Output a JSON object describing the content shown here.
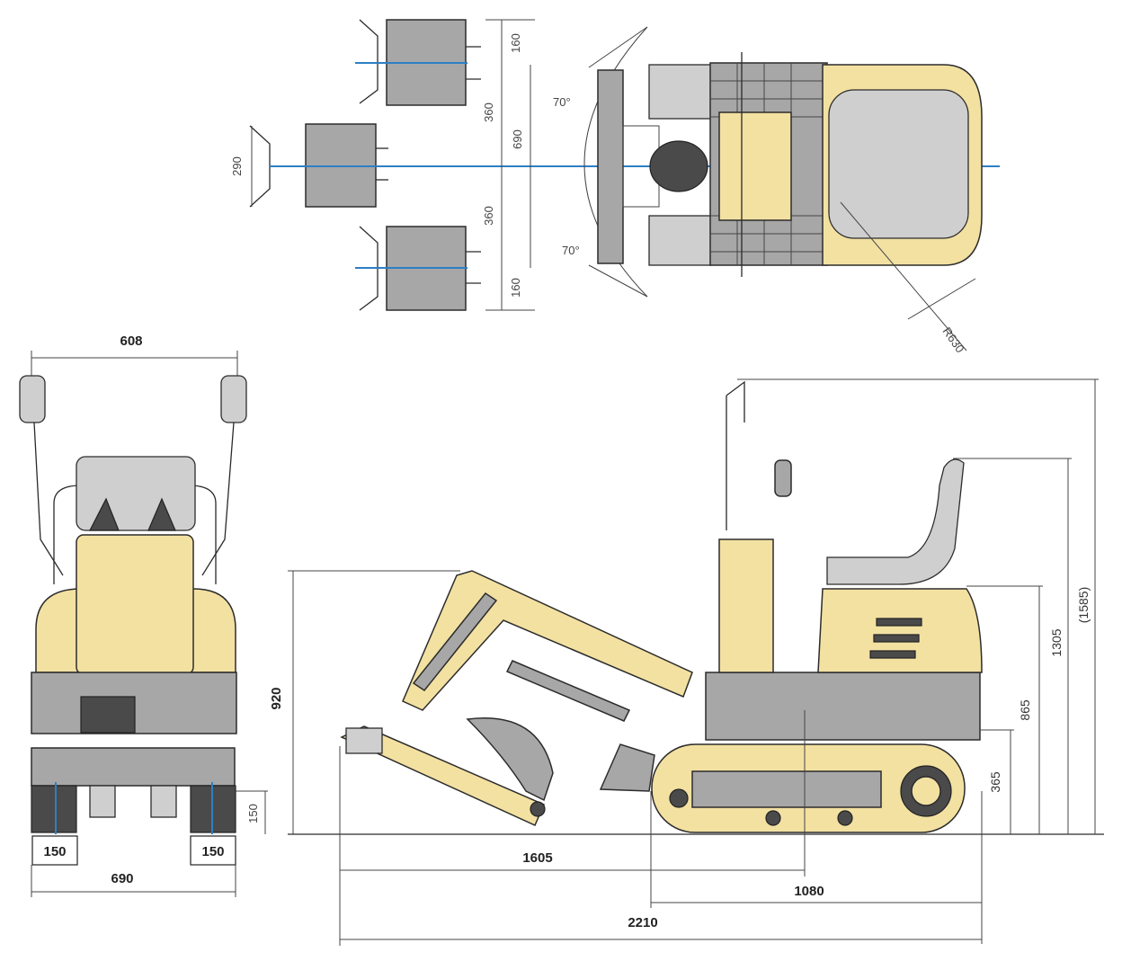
{
  "top_view": {
    "dims": {
      "top_offset": "160",
      "arm_spacing": "360",
      "width": "690",
      "arm_spacing2": "360",
      "bottom_offset": "160",
      "bucket_width": "290",
      "swing_angle_top": "70°",
      "swing_angle_bottom": "70°",
      "tail_radius": "R630"
    }
  },
  "front_view": {
    "dims": {
      "mirror_width": "608",
      "track_width_left": "150",
      "track_width_right": "150",
      "overall_width": "690",
      "ground_height": "150"
    }
  },
  "side_view": {
    "dims": {
      "dig_depth_height": "920",
      "reach_1605": "1605",
      "track_length": "1080",
      "overall_length": "2210",
      "blade_height": "365",
      "body_height": "865",
      "seat_height": "1305",
      "overall_height": "(1585)"
    }
  },
  "colors": {
    "machine_yellow": "#f3e1a2",
    "frame_grey": "#a7a7a7",
    "axis_blue": "#2e7fc4"
  }
}
